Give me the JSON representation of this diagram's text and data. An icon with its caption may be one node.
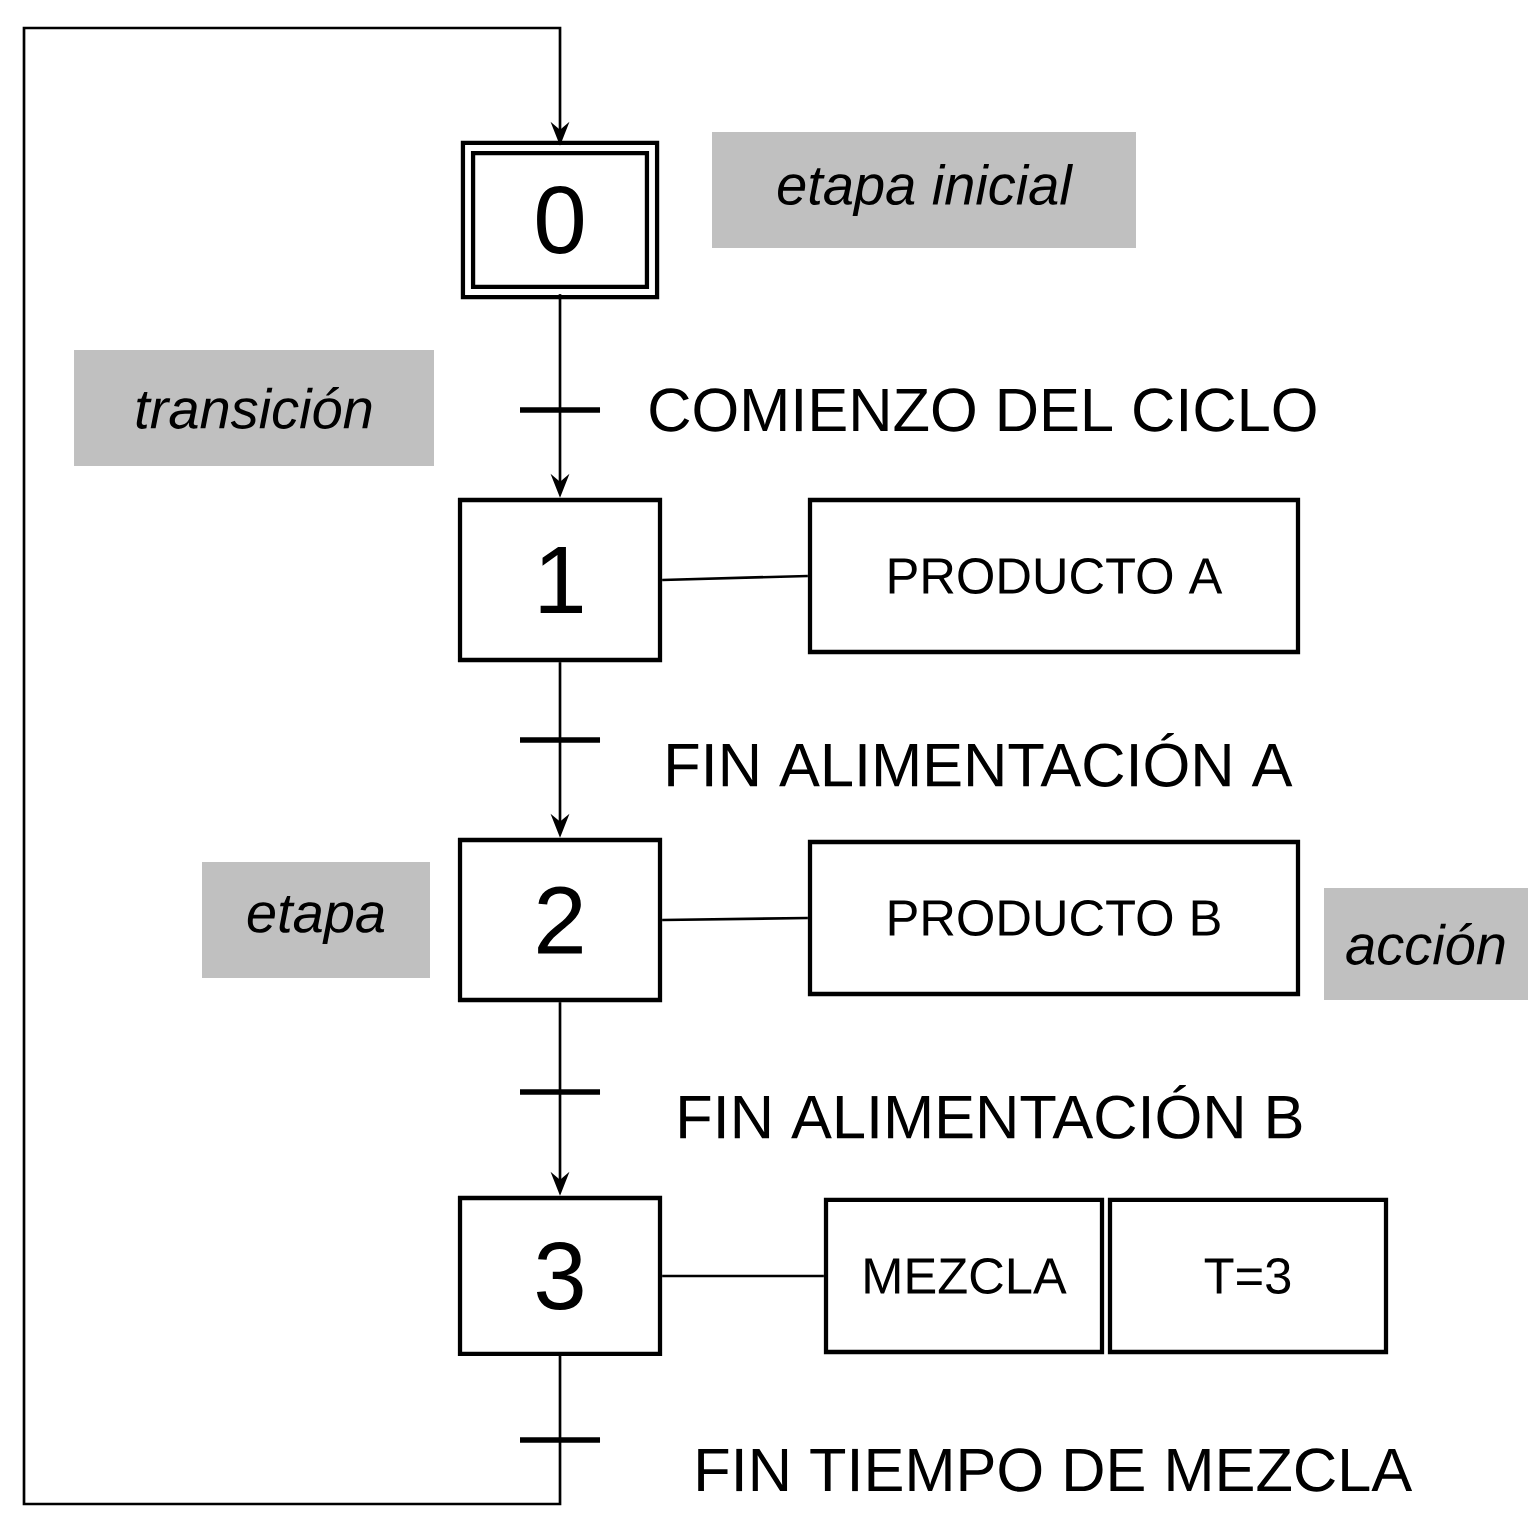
{
  "diagram": {
    "nodes": [
      {
        "text": [
          "0"
        ]
      },
      {
        "text": [
          "etapa inicial"
        ]
      },
      {
        "text": [
          "transición"
        ]
      },
      {
        "text": [
          "1"
        ]
      },
      {
        "text": [
          "PRODUCTO A"
        ]
      },
      {
        "text": [
          "2"
        ]
      },
      {
        "text": [
          "etapa"
        ]
      },
      {
        "text": [
          "PRODUCTO B"
        ]
      },
      {
        "text": [
          "acción"
        ]
      },
      {
        "text": [
          "3"
        ]
      },
      {
        "text": [
          "MEZCLA"
        ]
      },
      {
        "text": [
          "T=3"
        ]
      }
    ],
    "edges": [
      {
        "from": 0,
        "to": 3,
        "arrow": "to",
        "label": "COMIENZO DEL CICLO"
      },
      {
        "from": 3,
        "to": 5,
        "arrow": "to",
        "label": "FIN ALIMENTACIÓN A"
      },
      {
        "from": 5,
        "to": 9,
        "arrow": "to",
        "label": "FIN ALIMENTACIÓN B"
      },
      {
        "from": 9,
        "to": 0,
        "arrow": "to",
        "label": "FIN TIEMPO DE MEZCLA"
      },
      {
        "from": 3,
        "to": 4,
        "arrow": "none"
      },
      {
        "from": 5,
        "to": 7,
        "arrow": "none"
      },
      {
        "from": 9,
        "to": 10,
        "arrow": "none"
      }
    ]
  }
}
